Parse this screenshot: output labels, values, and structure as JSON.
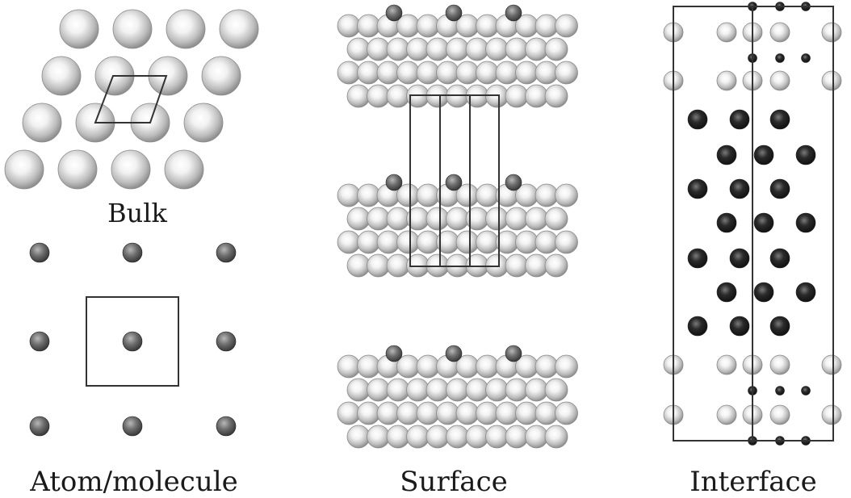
{
  "labels": {
    "bulk": "Bulk",
    "atom_molecule": "Atom/molecule",
    "surface": "Surface",
    "interface": "Interface"
  },
  "colors": {
    "large_atom": "#bdbdbd",
    "small_atom": "#6e6e6e",
    "dark_atom": "#2a2a2a",
    "cell_line": "#333333",
    "background": "#ffffff"
  }
}
